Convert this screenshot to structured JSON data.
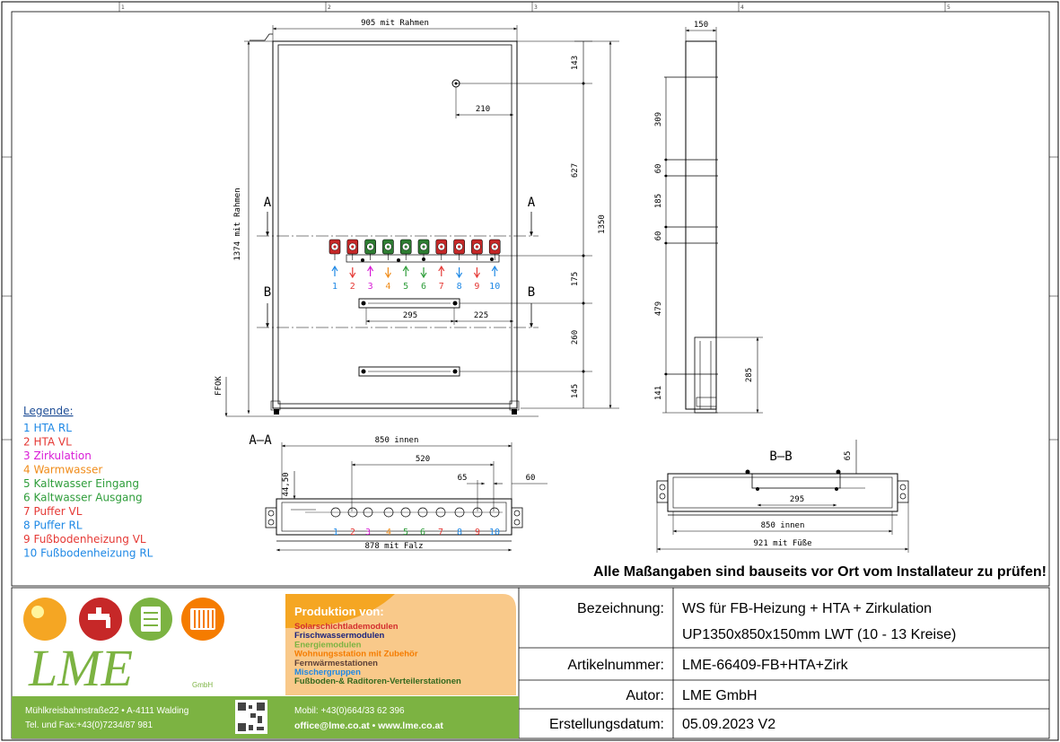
{
  "dims": {
    "width_frame": "905 mit Rahmen",
    "height_frame": "1374 mit Rahmen",
    "d143": "143",
    "d210": "210",
    "d627": "627",
    "d1350": "1350",
    "d175": "175",
    "d260": "260",
    "d145": "145",
    "d295": "295",
    "d225": "225",
    "ffok": "FFOK",
    "side_150": "150",
    "side_309": "309",
    "side_60a": "60",
    "side_185": "185",
    "side_60b": "60",
    "side_479": "479",
    "side_141": "141",
    "side_285": "285",
    "aa_850": "850 innen",
    "aa_520": "520",
    "aa_65": "65",
    "aa_60": "60",
    "aa_4450": "44,50",
    "aa_878": "878 mit Falz",
    "bb_65": "65",
    "bb_295": "295",
    "bb_850": "850 innen",
    "bb_921": "921 mit Füße"
  },
  "sections": {
    "a_left": "A",
    "a_right": "A",
    "b_left": "B",
    "b_right": "B",
    "aa_title": "A–A",
    "bb_title": "B–B"
  },
  "circuit_numbers": [
    "1",
    "2",
    "3",
    "4",
    "5",
    "6",
    "7",
    "8",
    "9",
    "10"
  ],
  "circuit_colors": [
    "#1e88e5",
    "#e53935",
    "#d81bd6",
    "#f08c1a",
    "#2e9d3a",
    "#2e9d3a",
    "#e53935",
    "#1e88e5",
    "#e53935",
    "#1e88e5"
  ],
  "legend": {
    "title": "Legende:",
    "items": [
      {
        "text": "1 HTA RL",
        "color": "#1e88e5"
      },
      {
        "text": "2 HTA VL",
        "color": "#e53935"
      },
      {
        "text": "3 Zirkulation",
        "color": "#d81bd6"
      },
      {
        "text": "4 Warmwasser",
        "color": "#f08c1a"
      },
      {
        "text": "5 Kaltwasser Eingang",
        "color": "#2e9d3a"
      },
      {
        "text": "6 Kaltwasser Ausgang",
        "color": "#2e9d3a"
      },
      {
        "text": "7 Puffer VL",
        "color": "#e53935"
      },
      {
        "text": "8 Puffer RL",
        "color": "#1e88e5"
      },
      {
        "text": "9 Fußbodenheizung VL",
        "color": "#e53935"
      },
      {
        "text": "10 Fußbodenheizung RL",
        "color": "#1e88e5"
      }
    ]
  },
  "notice": "Alle Maßangaben sind bauseits vor Ort vom Installateur zu prüfen!",
  "titleblock": {
    "bezeichnung_label": "Bezeichnung:",
    "bezeichnung_line1": "WS für FB-Heizung + HTA + Zirkulation",
    "bezeichnung_line2": "UP1350x850x150mm LWT (10 - 13 Kreise)",
    "artikel_label": "Artikelnummer:",
    "artikel_value": "LME-66409-FB+HTA+Zirk",
    "autor_label": "Autor:",
    "autor_value": "LME GmbH",
    "datum_label": "Erstellungsdatum:",
    "datum_value": "05.09.2023 V2"
  },
  "company": {
    "logo_text": "LME",
    "gmbh": "GmbH",
    "production_title": "Produktion von:",
    "products": [
      {
        "text": "Solarschichtlademodulen",
        "color": "#d32f2f"
      },
      {
        "text": "Frischwassermodulen",
        "color": "#1a237e"
      },
      {
        "text": "Energiemodulen",
        "color": "#7cb342"
      },
      {
        "text": "Wohnungsstation mit Zubehör",
        "color": "#f57c00"
      },
      {
        "text": "Fernwärmestationen",
        "color": "#5d4037"
      },
      {
        "text": "Mischergruppen",
        "color": "#1e88e5"
      },
      {
        "text": "Fußboden-& Raditoren-Verteilerstationen",
        "color": "#33691e"
      }
    ],
    "address_line1": "Mühlkreisbahnstraße22 • A-4111 Walding",
    "address_line2": "Tel. und Fax:+43(0)7234/87  981",
    "mobile": "Mobil: +43(0)664/33 62 396",
    "web": "office@lme.co.at • www.lme.co.at"
  },
  "colors": {
    "brand_green": "#7cb342",
    "brand_orange": "#f5a623",
    "valve_red": "#c62828",
    "valve_green": "#2e7d32"
  }
}
